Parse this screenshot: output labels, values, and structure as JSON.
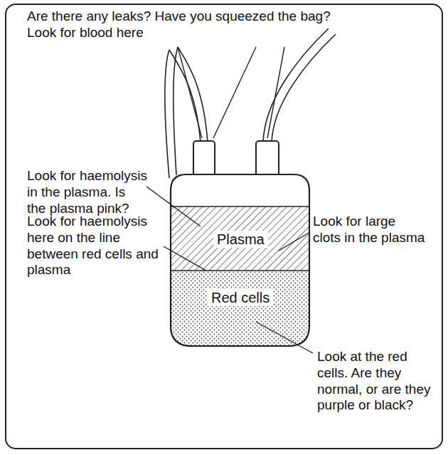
{
  "diagram": {
    "nodes": [
      {
        "text": [
          "Plasma"
        ]
      },
      {
        "text": [
          "Red cells"
        ]
      }
    ],
    "labels": [
      "Are there any leaks? Have you squeezed the bag? Look for blood here",
      "Look for haemolysis in the plasma. Is the plasma pink?",
      "Look for haemolysis here on the line between red cells and plasma",
      "Look for large clots in the plasma",
      "Look at the red cells. Are they normal, or are they purple or black?"
    ]
  }
}
